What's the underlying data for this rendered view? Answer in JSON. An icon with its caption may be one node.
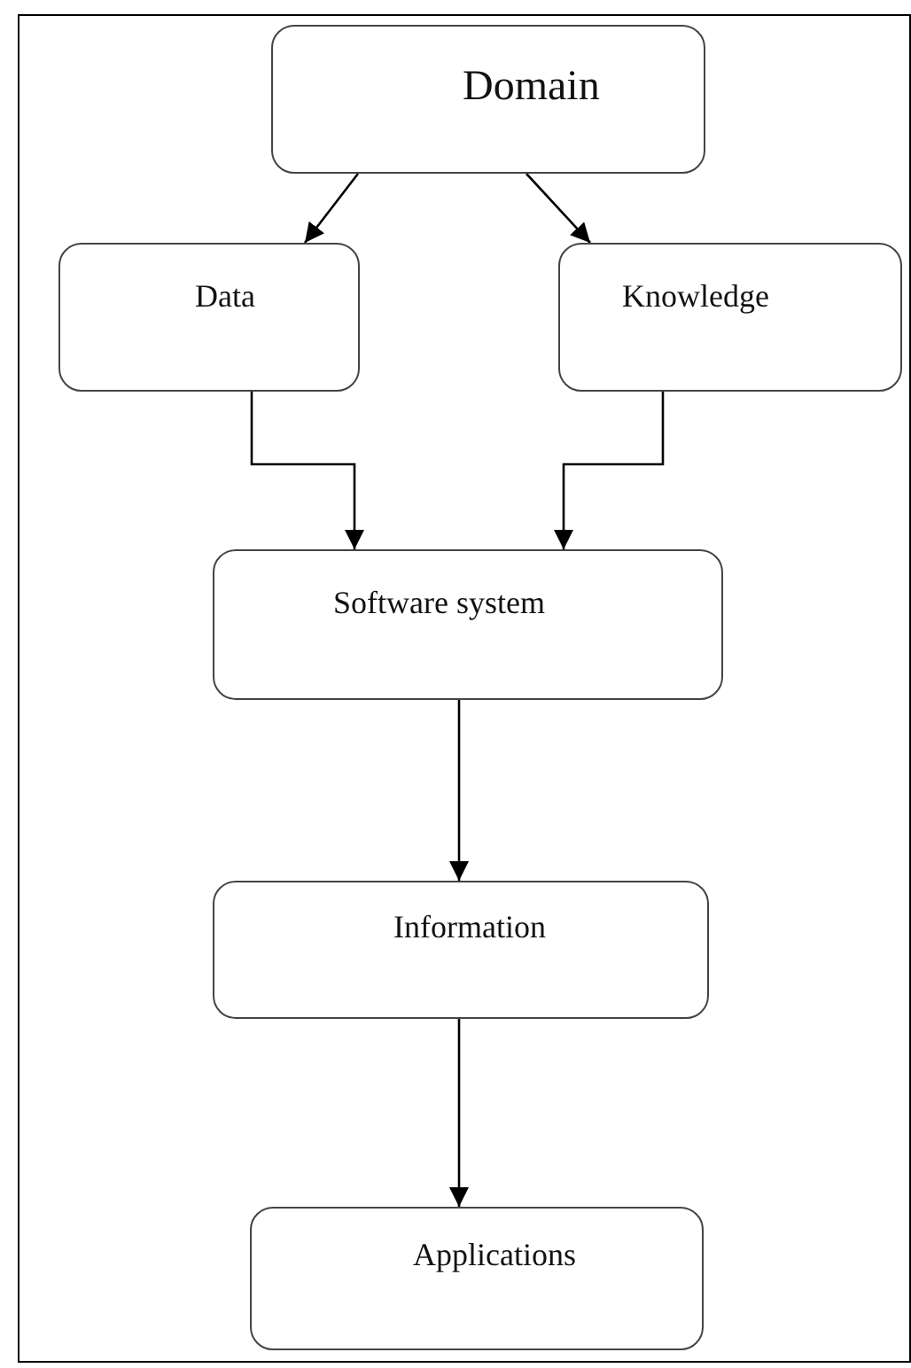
{
  "diagram": {
    "nodes": [
      {
        "text": [
          "Domain"
        ]
      },
      {
        "text": [
          "Data"
        ]
      },
      {
        "text": [
          "Knowledge"
        ]
      },
      {
        "text": [
          "Software system"
        ]
      },
      {
        "text": [
          "Information"
        ]
      },
      {
        "text": [
          "Applications"
        ]
      }
    ],
    "edges": [
      {
        "from": 0,
        "to": 1,
        "arrow": "to"
      },
      {
        "from": 0,
        "to": 2,
        "arrow": "to"
      },
      {
        "from": 1,
        "to": 3,
        "arrow": "to"
      },
      {
        "from": 2,
        "to": 3,
        "arrow": "to"
      },
      {
        "from": 3,
        "to": 4,
        "arrow": "to"
      },
      {
        "from": 4,
        "to": 5,
        "arrow": "to"
      }
    ]
  }
}
